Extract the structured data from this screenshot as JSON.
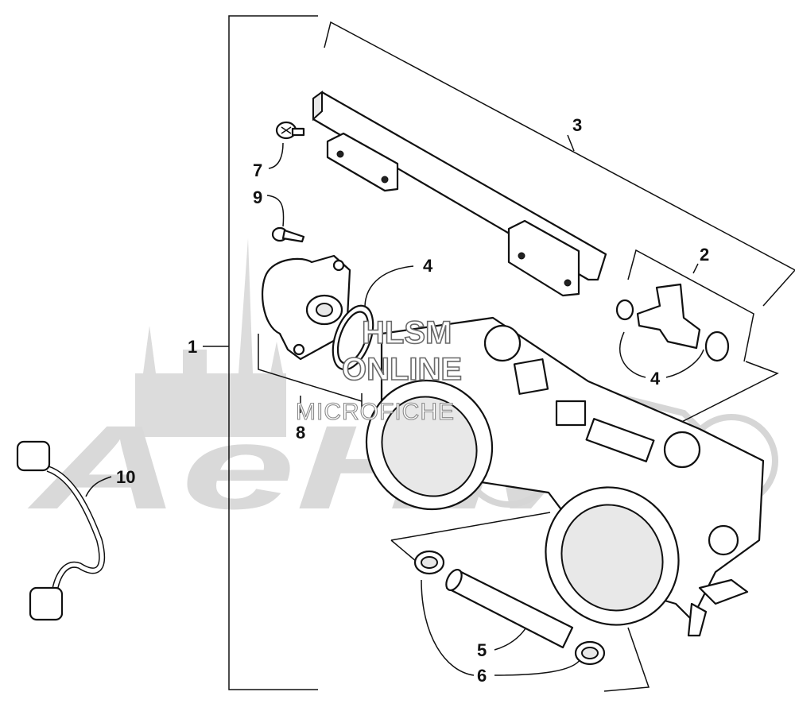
{
  "callouts": {
    "c1": "1",
    "c2": "2",
    "c3": "3",
    "c4a": "4",
    "c4b": "4",
    "c5": "5",
    "c6": "6",
    "c7": "7",
    "c8": "8",
    "c9": "9",
    "c10": "10"
  },
  "watermark": {
    "brand": "AeHMa",
    "line1": "HLSM",
    "line2": "ONLINE",
    "line3": "MICROFICHE"
  }
}
